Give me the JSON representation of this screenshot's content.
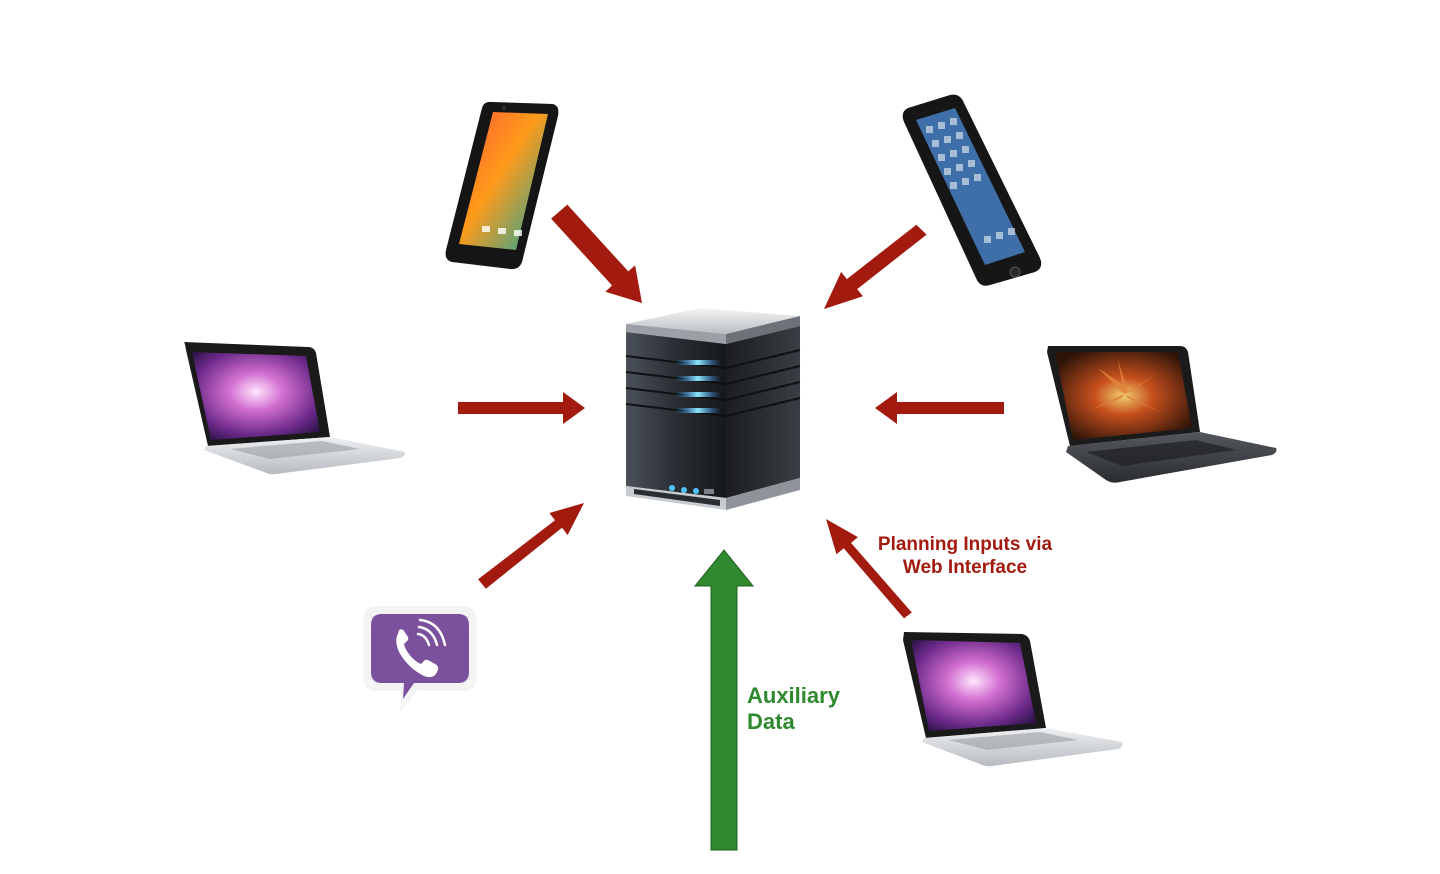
{
  "colors": {
    "input_arrow": "#a31a0f",
    "auxiliary_arrow": "#2f8a2f",
    "planning_text": "#a31a0f",
    "auxiliary_text": "#2f8a2f",
    "viber_purple": "#7b519d"
  },
  "central_node": {
    "icon": "server-icon"
  },
  "devices": [
    {
      "id": "android-phone",
      "icon": "android-phone-icon"
    },
    {
      "id": "iphone",
      "icon": "iphone-icon"
    },
    {
      "id": "macbook-left",
      "icon": "macbook-icon"
    },
    {
      "id": "ultrabook-right",
      "icon": "ultrabook-icon"
    },
    {
      "id": "viber-app",
      "icon": "viber-icon"
    },
    {
      "id": "macbook-bottom-right",
      "icon": "macbook-icon"
    }
  ],
  "labels": {
    "planning_line1": "Planning Inputs via",
    "planning_line2": "Web Interface",
    "auxiliary_line1": "Auxiliary",
    "auxiliary_line2": "Data"
  }
}
